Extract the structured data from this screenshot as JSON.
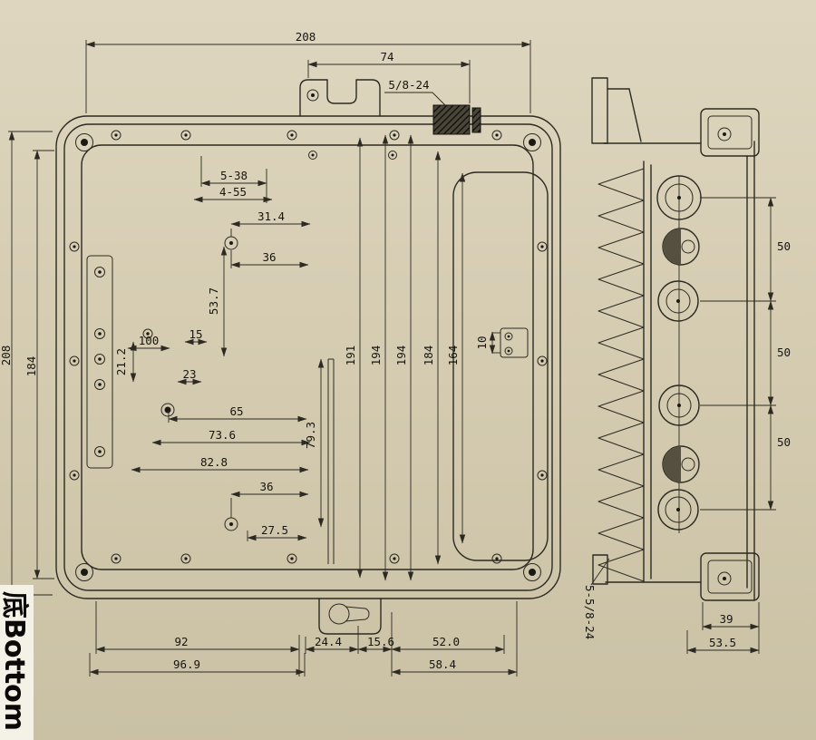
{
  "drawing": {
    "bottom_view_label": "底Bottom",
    "colors": {
      "paper": "#d6cdb3",
      "ink": "#2c2a22"
    },
    "dims": {
      "top_width": "208",
      "top_bracket": "74",
      "thread_callout": "5/8-24",
      "holes_a": "5-38",
      "holes_b": "4-55",
      "d31_4": "31.4",
      "d36_top": "36",
      "d53_7": "53.7",
      "left_height": "208",
      "left_inner": "184",
      "d21_2": "21.2",
      "d100": "100",
      "d15": "15",
      "d23": "23",
      "d65": "65",
      "d73_6": "73.6",
      "d79_3": "79.3",
      "d82_8": "82.8",
      "d36_bottom": "36",
      "d27_5": "27.5",
      "v191": "191",
      "v194_a": "194",
      "v194_b": "194",
      "v184": "184",
      "v164": "164",
      "d10": "10",
      "d92": "92",
      "d96_9": "96.9",
      "d24_4": "24.4",
      "d15_6": "15.6",
      "d52_0": "52.0",
      "d58_4": "58.4",
      "side_50_a": "50",
      "side_50_b": "50",
      "side_50_c": "50",
      "side_thread": "5-5/8-24",
      "d39": "39",
      "d53_5": "53.5"
    }
  }
}
